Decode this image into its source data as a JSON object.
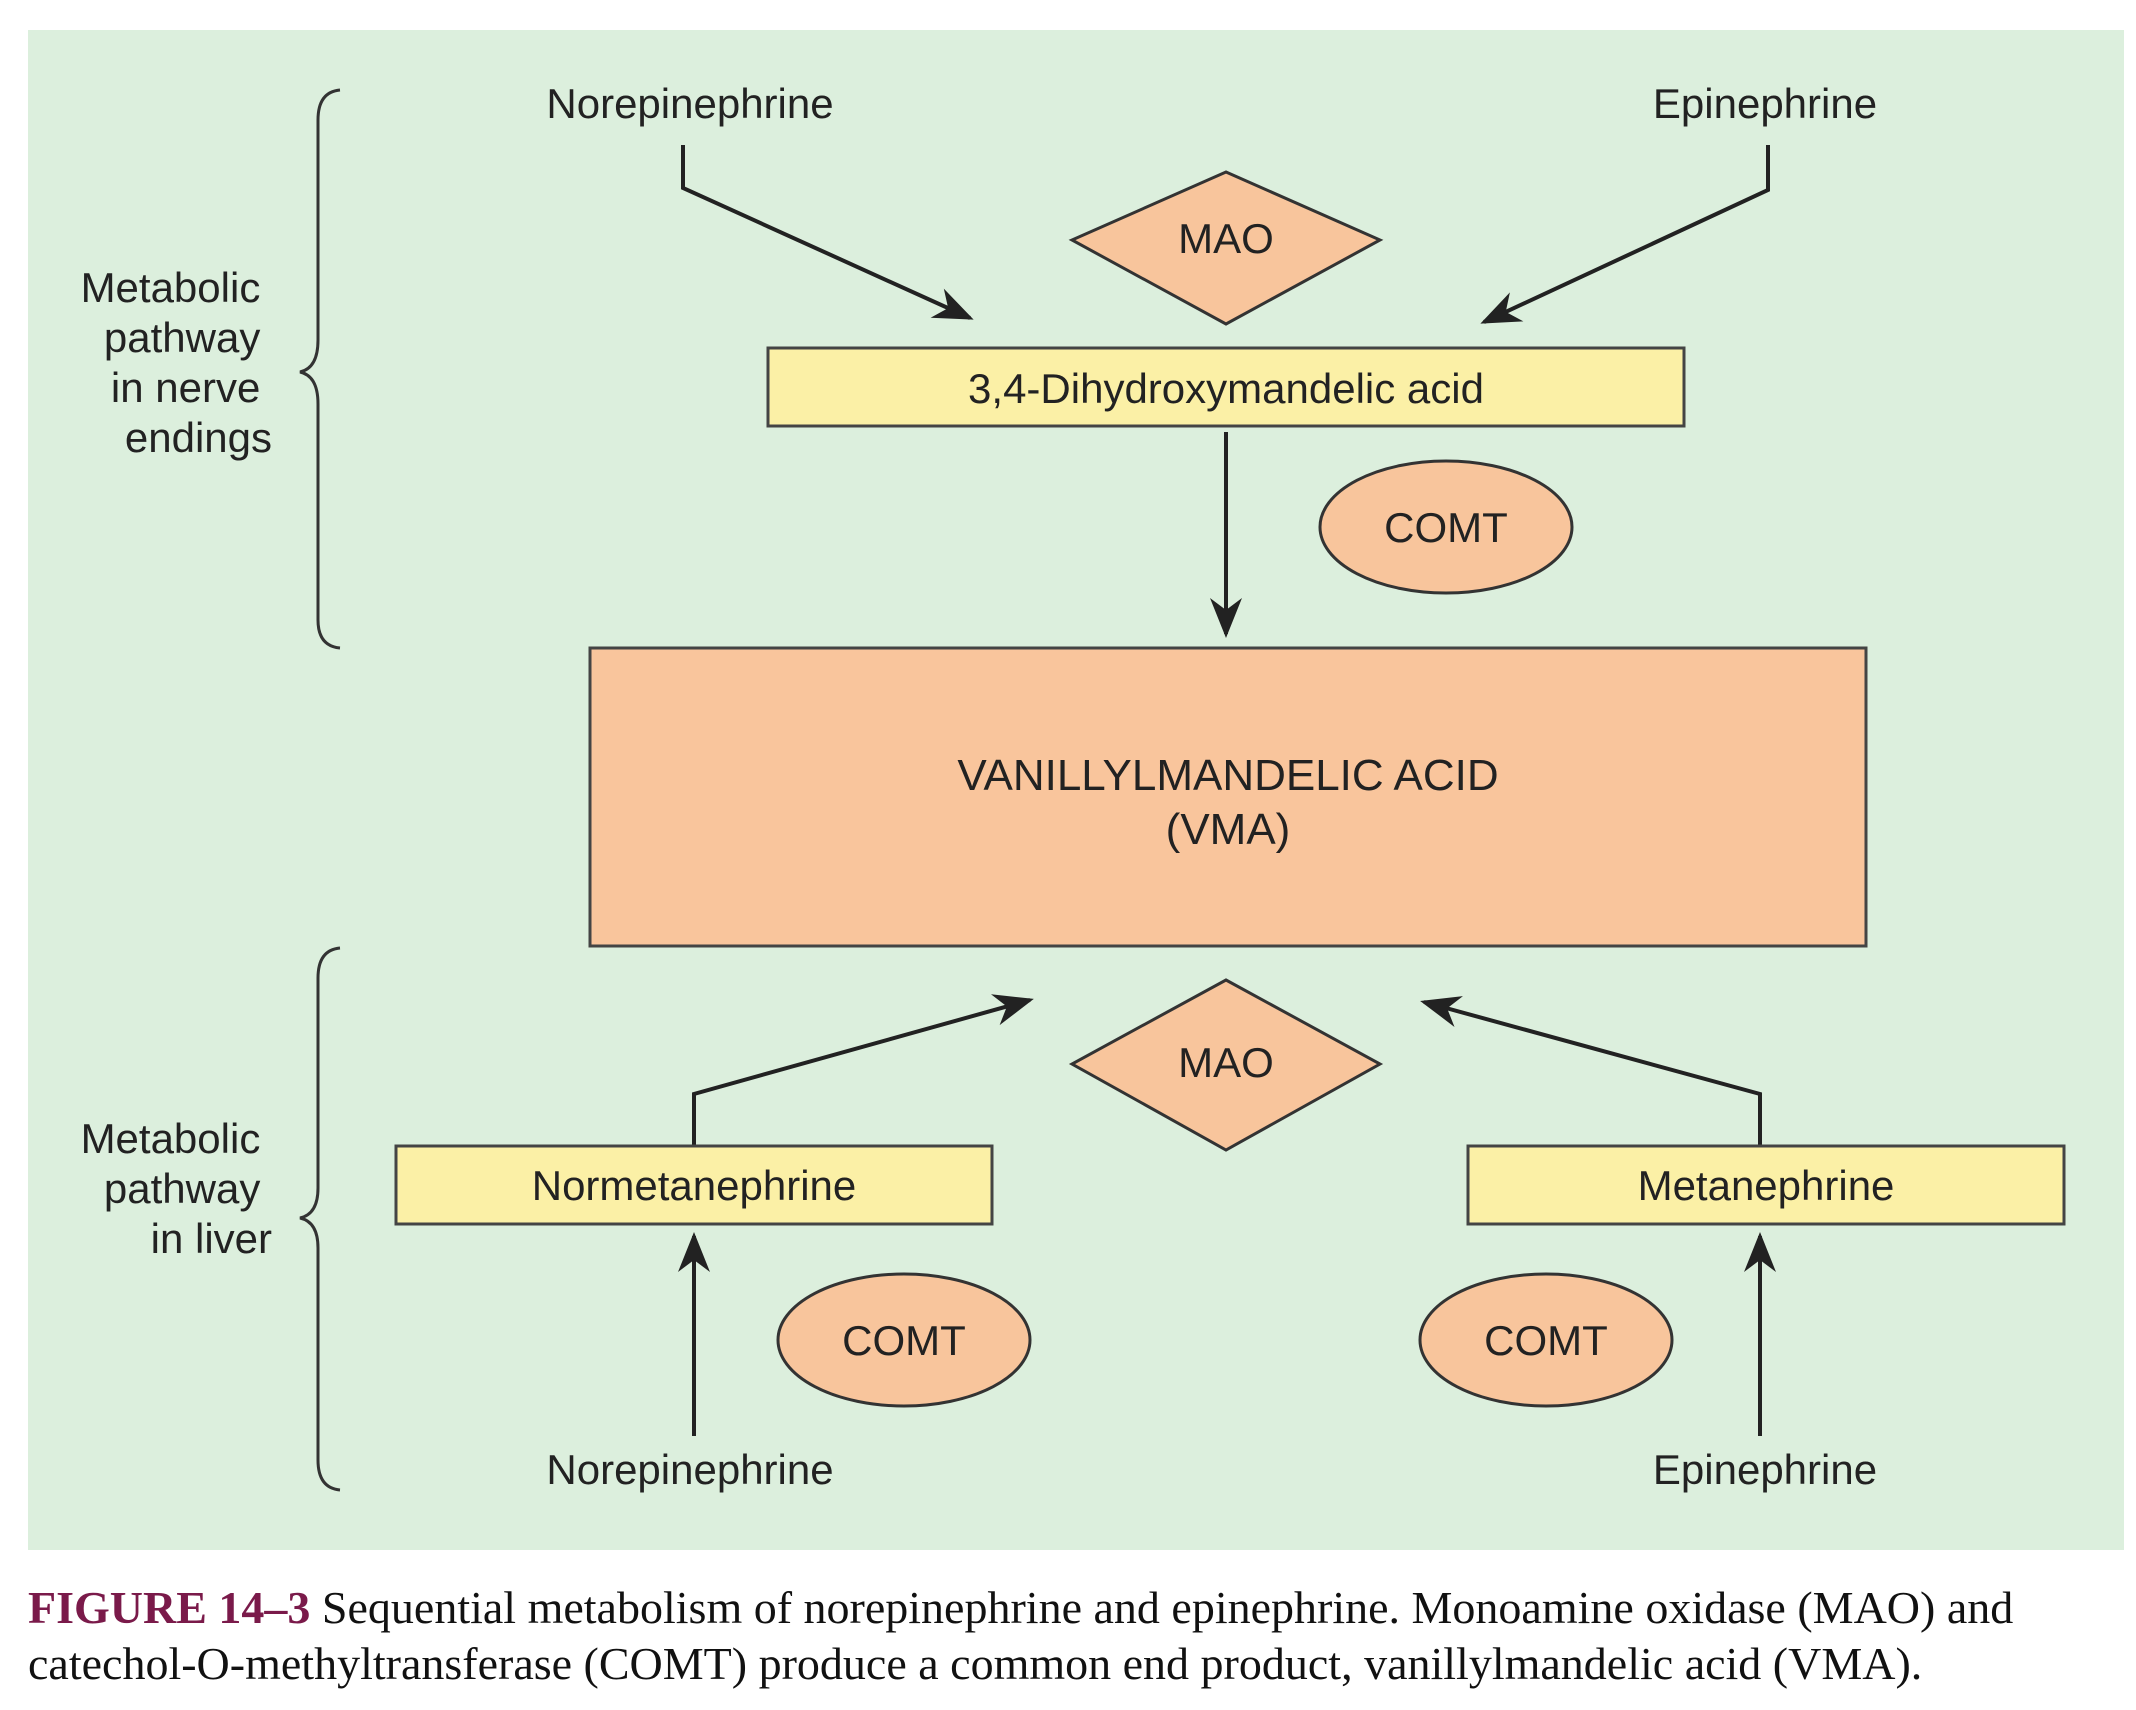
{
  "colors": {
    "background": "#dcefdd",
    "box_fill": "#fbf0a6",
    "enzyme_fill": "#f8c59c",
    "vma_fill": "#f9c59c",
    "stroke": "#333333",
    "caption_label": "#7a1a4a"
  },
  "diagram": {
    "nerve": {
      "brace_label": [
        "Metabolic",
        "pathway",
        "in nerve",
        "endings"
      ],
      "left_source": "Norepinephrine",
      "right_source": "Epinephrine",
      "enzyme_top": "MAO",
      "intermediate": "3,4-Dihydroxymandelic acid",
      "enzyme_mid": "COMT"
    },
    "vma": {
      "line1": "VANILLYLMANDELIC ACID",
      "line2": "(VMA)"
    },
    "liver": {
      "brace_label": [
        "Metabolic",
        "pathway",
        "in liver"
      ],
      "enzyme_top": "MAO",
      "left_intermediate": "Normetanephrine",
      "right_intermediate": "Metanephrine",
      "left_enzyme": "COMT",
      "right_enzyme": "COMT",
      "left_source": "Norepinephrine",
      "right_source": "Epinephrine"
    }
  },
  "caption": {
    "label": "FIGURE 14–3",
    "text": " Sequential metabolism of norepinephrine and epinephrine. Monoamine oxidase (MAO) and catechol-O-methyltransferase (COMT) produce a common end product, vanillylmandelic acid (VMA)."
  }
}
